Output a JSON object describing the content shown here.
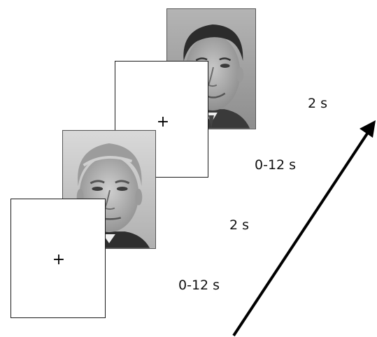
{
  "trial_sequence": [
    {
      "kind": "face",
      "portrait": "man-with-dark-hair-portrait-image"
    },
    {
      "kind": "fixation",
      "symbol": "+"
    },
    {
      "kind": "face",
      "portrait": "man-with-grey-hair-portrait-image"
    },
    {
      "kind": "fixation",
      "symbol": "+"
    }
  ],
  "durations": [
    "2 s",
    "0-12 s",
    "2 s",
    "0-12 s"
  ],
  "arrow": {
    "direction": "up-right",
    "meaning": "time"
  },
  "colors": {
    "frame_border": "#1a1a1a",
    "text": "#111111",
    "background": "#ffffff"
  }
}
